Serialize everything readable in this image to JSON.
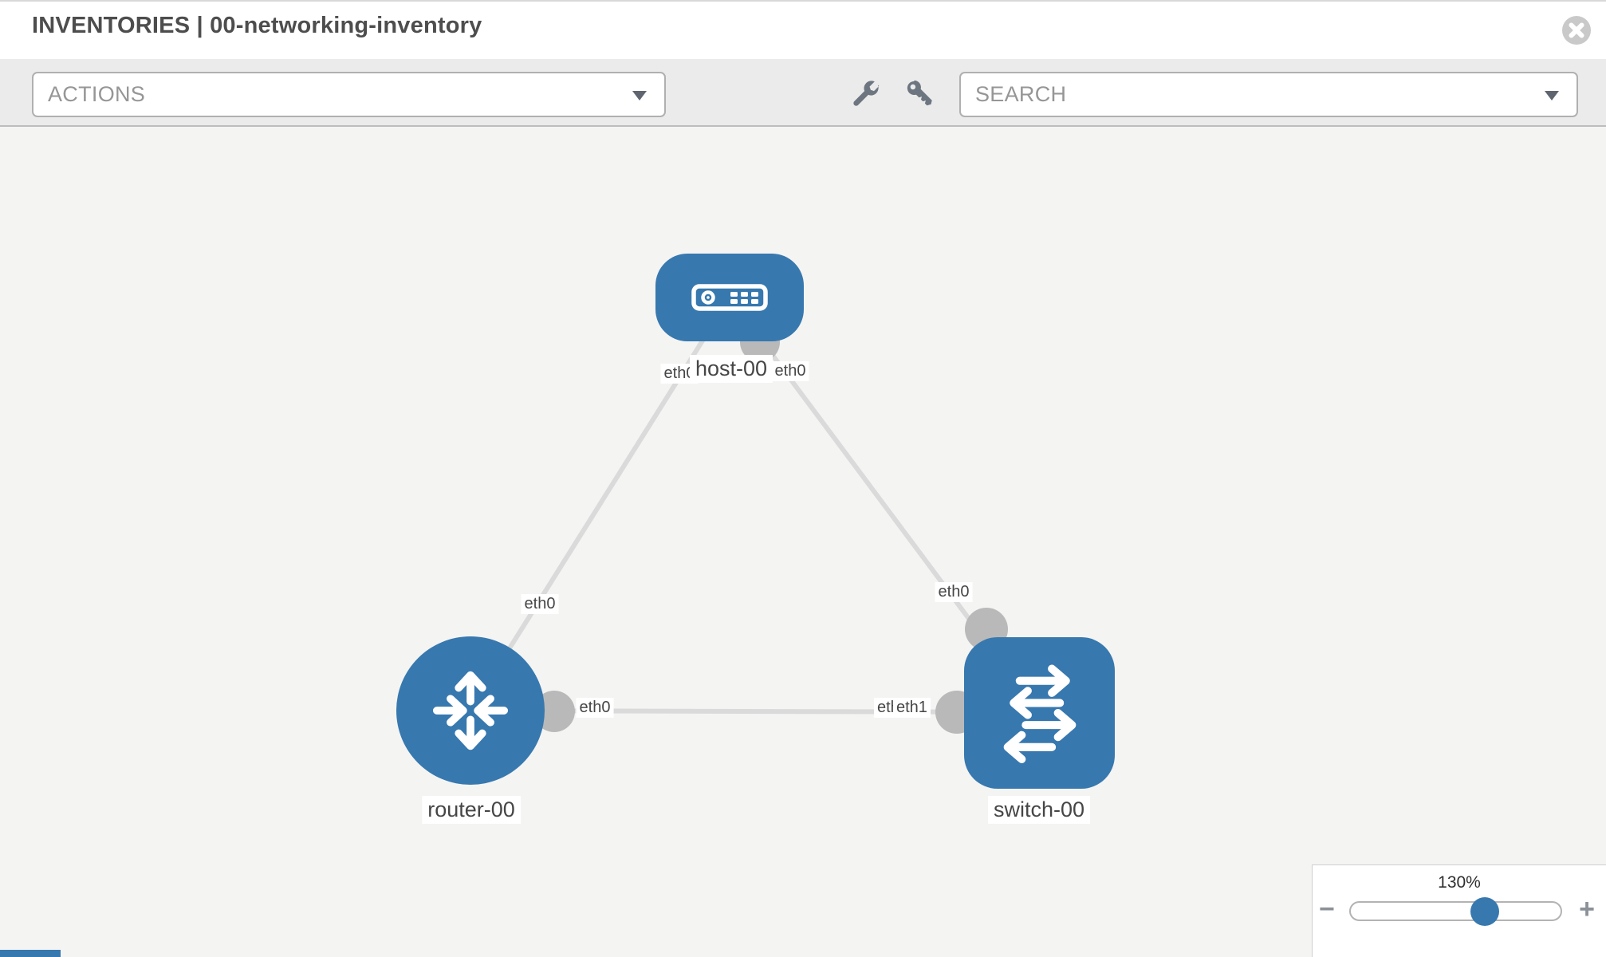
{
  "header": {
    "title": "INVENTORIES | 00-networking-inventory"
  },
  "toolbar": {
    "actions_label": "ACTIONS",
    "search_placeholder": "SEARCH",
    "tool_icons": [
      "wrench-icon",
      "key-icon"
    ]
  },
  "topology": {
    "nodes": [
      {
        "name": "host-00",
        "type": "host"
      },
      {
        "name": "router-00",
        "type": "router"
      },
      {
        "name": "switch-00",
        "type": "switch"
      }
    ],
    "links": [
      {
        "from": "host-00",
        "to": "router-00",
        "from_if": "eth0",
        "to_if": "eth0"
      },
      {
        "from": "host-00",
        "to": "switch-00",
        "from_if": "eth0",
        "to_if": "eth0"
      },
      {
        "from": "router-00",
        "to": "switch-00",
        "from_if": "eth0",
        "to_if": "eth1",
        "to_if_under": "eth0"
      }
    ]
  },
  "zoom_control": {
    "level": "130%",
    "percent": 130,
    "zoom_out": "−",
    "zoom_in": "+"
  },
  "colors": {
    "node_blue": "#3778af",
    "link_grey": "#dadada",
    "endpoint_grey": "#b9b9b9",
    "toolbar_bg": "#ebebeb",
    "canvas_bg": "#f4f4f3"
  }
}
